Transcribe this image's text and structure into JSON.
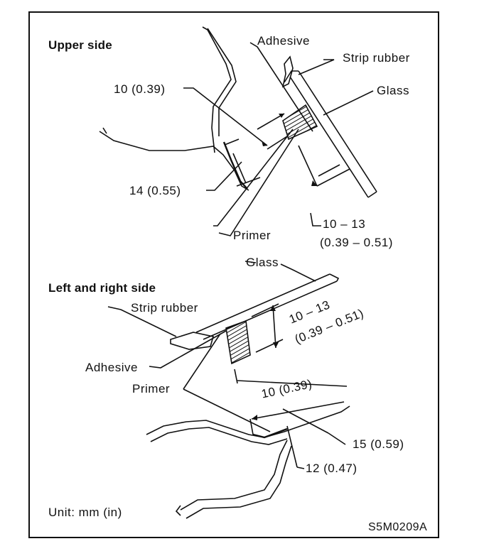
{
  "upper_section": {
    "title": "Upper side",
    "labels": {
      "adhesive": "Adhesive",
      "strip_rubber": "Strip rubber",
      "glass": "Glass",
      "dim_10": "10 (0.39)",
      "dim_14": "14 (0.55)",
      "primer": "Primer",
      "dim_10_13": "10 – 13",
      "dim_10_13_in": "(0.39 – 0.51)"
    }
  },
  "side_section": {
    "title": "Left and right side",
    "labels": {
      "glass": "Glass",
      "strip_rubber": "Strip rubber",
      "dim_10_13": "10 – 13",
      "dim_10_13_in": "(0.39 – 0.51)",
      "adhesive": "Adhesive",
      "primer": "Primer",
      "dim_10": "10 (0.39)",
      "dim_15": "15 (0.59)",
      "dim_12": "12 (0.47)"
    }
  },
  "footer": {
    "unit": "Unit: mm (in)",
    "code": "S5M0209A"
  }
}
